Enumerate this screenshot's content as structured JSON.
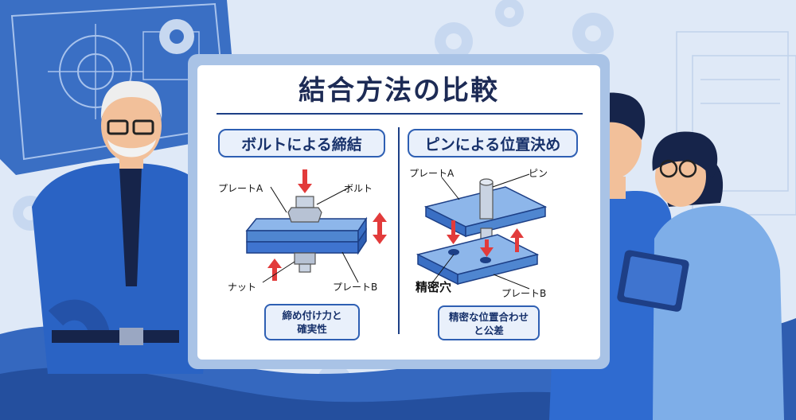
{
  "title": "結合方法の比較",
  "left_panel": {
    "heading": "ボルトによる締結",
    "labels": {
      "plate_a": "プレートA",
      "bolt": "ボルト",
      "nut": "ナット",
      "plate_b": "プレートB"
    },
    "note_line1": "締め付け力と",
    "note_line2": "確実性"
  },
  "right_panel": {
    "heading": "ピンによる位置決め",
    "labels": {
      "plate_a": "プレートA",
      "pin": "ピン",
      "precision_hole": "精密穴",
      "plate_b": "プレートB"
    },
    "note_line1": "精密な位置合わせ",
    "note_line2": "と公差"
  },
  "colors": {
    "accent": "#2e5fb3",
    "arrow": "#e23b3b",
    "plate": "#4f86d0",
    "text_dark": "#1d2b55"
  }
}
